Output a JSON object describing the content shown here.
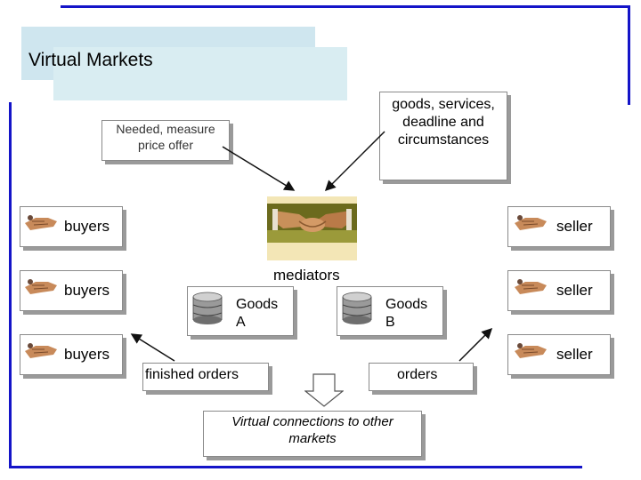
{
  "title": "Virtual Markets",
  "needed_box": {
    "line1": "Needed, measure",
    "line2": "price offer"
  },
  "goods_box": {
    "line1": "goods, services,",
    "line2": "deadline and",
    "line3": "circumstances"
  },
  "buyers": [
    "buyers",
    "buyers",
    "buyers"
  ],
  "sellers": [
    "seller",
    "seller",
    "seller"
  ],
  "mediators_label": "mediators",
  "goods_a": {
    "line1": "Goods",
    "line2": "A"
  },
  "goods_b": {
    "line1": "Goods",
    "line2": "B"
  },
  "finished_orders": "finished orders",
  "orders": "orders",
  "virtual_connections": {
    "line1": "Virtual connections to other",
    "line2": "markets"
  }
}
